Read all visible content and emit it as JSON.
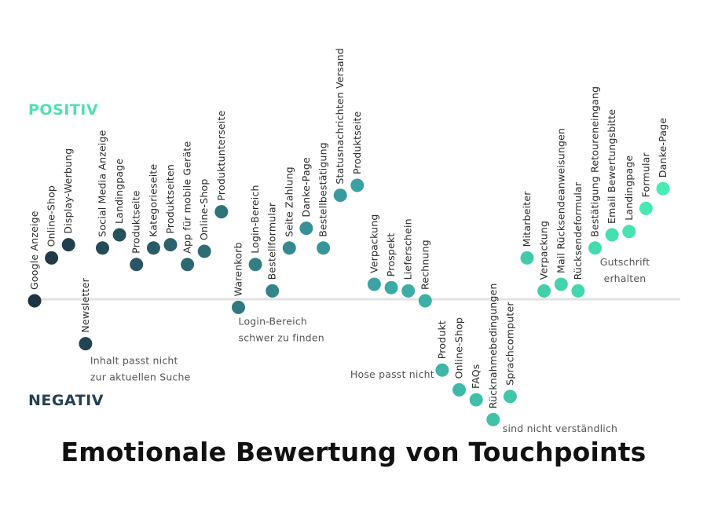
{
  "chart_data": {
    "type": "scatter",
    "title": "Emotionale Bewertung von Touchpoints",
    "axis_labels": {
      "positive": "POSITIV",
      "negative": "NEGATIV"
    },
    "ylim": [
      -4,
      4
    ],
    "grid": false,
    "baseline": true,
    "points": [
      {
        "label": "Google Anzeige",
        "x": 1,
        "y": 0
      },
      {
        "label": "Online-Shop",
        "x": 2,
        "y": 1.3
      },
      {
        "label": "Display-Werbung",
        "x": 3,
        "y": 1.7
      },
      {
        "label": "Newsletter",
        "x": 4,
        "y": -1.3
      },
      {
        "label": "Social Media Anzeige",
        "x": 5,
        "y": 1.6
      },
      {
        "label": "Landingpage",
        "x": 6,
        "y": 2.0
      },
      {
        "label": "Produktseite",
        "x": 7,
        "y": 1.1
      },
      {
        "label": "Kategorieseite",
        "x": 8,
        "y": 1.6
      },
      {
        "label": "Produktseiten",
        "x": 9,
        "y": 1.7
      },
      {
        "label": "App für mobile Geräte",
        "x": 10,
        "y": 1.1
      },
      {
        "label": "Online-Shop",
        "x": 11,
        "y": 1.5
      },
      {
        "label": "Produktunterseite",
        "x": 12,
        "y": 2.7
      },
      {
        "label": "Warenkorb",
        "x": 13,
        "y": -0.2
      },
      {
        "label": "Login-Bereich",
        "x": 14,
        "y": 1.1
      },
      {
        "label": "Bestellformular",
        "x": 15,
        "y": 0.3
      },
      {
        "label": "Seite Zahlung",
        "x": 16,
        "y": 1.6
      },
      {
        "label": "Danke-Page",
        "x": 17,
        "y": 2.2
      },
      {
        "label": "Bestellbestätigung",
        "x": 18,
        "y": 1.6
      },
      {
        "label": "Statusnachrichten Versand",
        "x": 19,
        "y": 3.2
      },
      {
        "label": "Produktseite",
        "x": 20,
        "y": 3.5
      },
      {
        "label": "Verpackung",
        "x": 21,
        "y": 0.5
      },
      {
        "label": "Prospekt",
        "x": 22,
        "y": 0.4
      },
      {
        "label": "Lieferschein",
        "x": 23,
        "y": 0.3
      },
      {
        "label": "Rechnung",
        "x": 24,
        "y": 0
      },
      {
        "label": "Produkt",
        "x": 25,
        "y": -2.1
      },
      {
        "label": "Online-Shop",
        "x": 26,
        "y": -2.7
      },
      {
        "label": "FAQs",
        "x": 27,
        "y": -3.0
      },
      {
        "label": "Rücknahmebedingungen",
        "x": 28,
        "y": -3.6
      },
      {
        "label": "Sprachcomputer",
        "x": 29,
        "y": -2.9
      },
      {
        "label": "Mitarbeiter",
        "x": 30,
        "y": 1.3
      },
      {
        "label": "Verpackung",
        "x": 31,
        "y": 0.3
      },
      {
        "label": "Mail Rücksendeanweisungen",
        "x": 32,
        "y": 0.5
      },
      {
        "label": "Rücksendeformular",
        "x": 33,
        "y": 0.3
      },
      {
        "label": "Bestätigung Retoureneingang",
        "x": 34,
        "y": 1.6
      },
      {
        "label": "Email Bewertungsbitte",
        "x": 35,
        "y": 2.0
      },
      {
        "label": "Landingpage",
        "x": 36,
        "y": 2.1
      },
      {
        "label": "Formular",
        "x": 37,
        "y": 2.8
      },
      {
        "label": "Danke-Page",
        "x": 38,
        "y": 3.4
      }
    ],
    "annotations": [
      {
        "text": "Inhalt passt nicht\nzur aktuellen Suche",
        "point": "Newsletter"
      },
      {
        "text": "Login-Bereich\nschwer zu finden",
        "point": "Warenkorb"
      },
      {
        "text": "Hose passt nicht",
        "point": "Produkt"
      },
      {
        "text": "sind nicht verständlich",
        "point": "Rücknahmebedingungen"
      },
      {
        "text": "Gutschrift\nerhalten",
        "point": "Bestätigung Retoureneingang"
      }
    ],
    "colors": {
      "gradient_start": "#1f3443",
      "gradient_mid": "#3a9ea2",
      "gradient_end": "#48ecb2",
      "positive_label": "#52e0b0",
      "negative_label": "#264052",
      "baseline": "#e2e2e2"
    }
  }
}
